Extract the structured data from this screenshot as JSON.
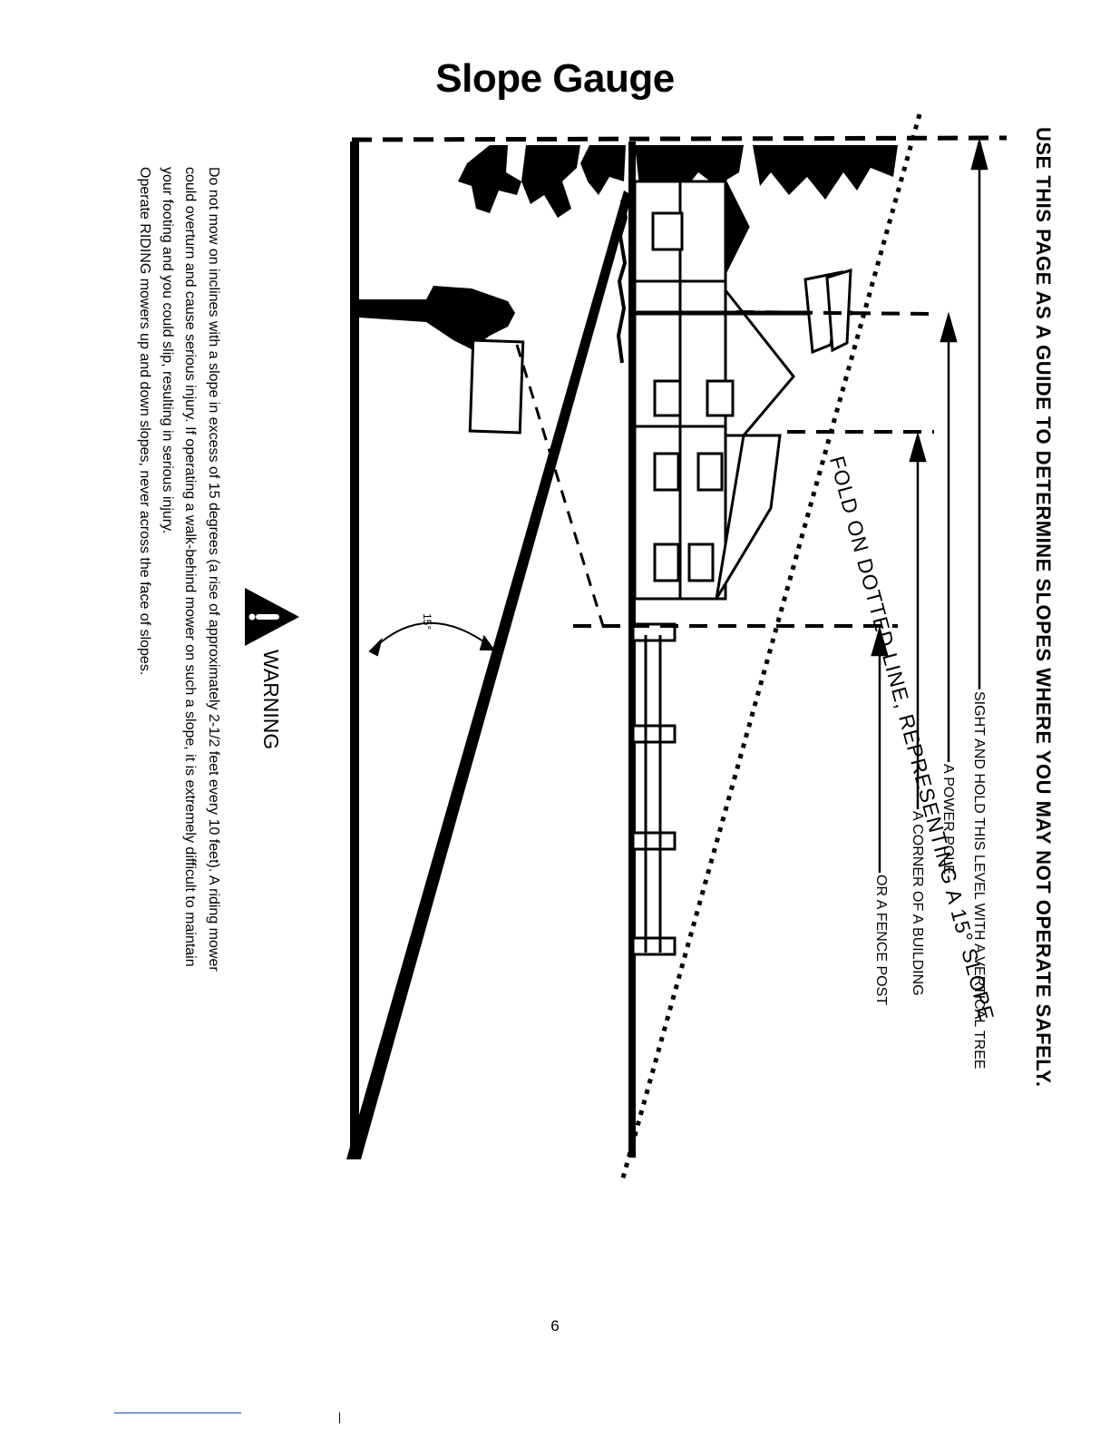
{
  "title": "Slope Gauge",
  "headline": "USE THIS PAGE AS A GUIDE TO DETERMINE SLOPES WHERE YOU MAY NOT OPERATE SAFELY.",
  "sight_labels": [
    "SIGHT AND HOLD THIS LEVEL WITH A VERTICAL TREE",
    "A POWER POLE",
    "A CORNER OF A BUILDING",
    "OR A FENCE POST"
  ],
  "fold_label": "FOLD ON DOTTED LINE, REPRESENTING A 15° SLOPE",
  "angle_label": "15°",
  "warning": {
    "heading": "WARNING",
    "icon": "warning-triangle-icon",
    "lines": [
      "Do not mow on inclines with a slope in excess of 15 degrees (a rise of approximately 2-1/2 feet every 10 feet).  A riding mower",
      "could overturn and cause serious injury.  If operating a walk-behind mower on such a slope, it is extremely difficult to maintain",
      "your footing and you could slip, resulting in serious injury.",
      "Operate RIDING mowers up and down slopes, never across the face of slopes."
    ]
  },
  "page_number": "6"
}
